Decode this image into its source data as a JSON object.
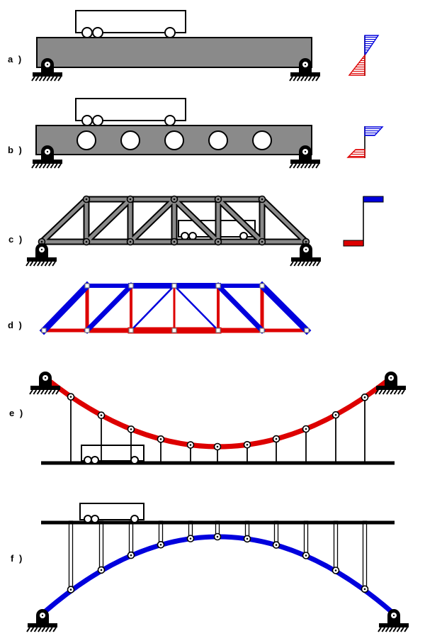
{
  "figure": {
    "rows": [
      {
        "label": "a )"
      },
      {
        "label": "b )"
      },
      {
        "label": "c )"
      },
      {
        "label": "d )"
      },
      {
        "label": "e )"
      },
      {
        "label": "f )"
      }
    ],
    "colors": {
      "tension_red": "#dd0000",
      "compression_blue": "#0000dd",
      "steel_gray": "#8a8a8a",
      "ink": "#000000",
      "background": "#ffffff"
    }
  }
}
